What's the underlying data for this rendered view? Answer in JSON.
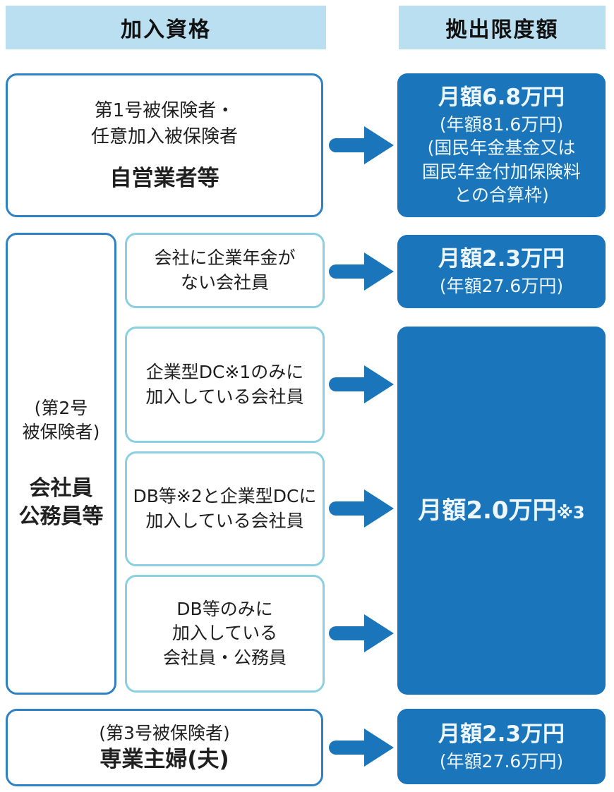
{
  "colors": {
    "canvas_bg": "#ffffff",
    "header_bg": "#b9dff0",
    "header_text": "#111111",
    "blue_fill": "#1b75bb",
    "outer_border": "#2e81c4",
    "inner_border": "#8ad0e0",
    "body_text": "#1f1f1f",
    "on_blue_text": "#edf7fd"
  },
  "headers": {
    "eligibility": "加入資格",
    "limit": "拠出限度額"
  },
  "row1": {
    "category": {
      "lines": [
        "第1号被保険者・",
        "任意加入被保険者"
      ],
      "title": "自営業者等"
    },
    "limit": {
      "amount": "月額6.8万円",
      "notes": [
        "(年額81.6万円)",
        "(国民年金基金又は",
        "国民年金付加保険料",
        "との合算枠)"
      ]
    }
  },
  "group2": {
    "label": {
      "lines": [
        "(第2号",
        "被保険者)"
      ],
      "title_lines": [
        "会社員",
        "公務員等"
      ]
    },
    "members": [
      {
        "lines": [
          "会社に企業年金が",
          "ない会社員"
        ]
      },
      {
        "lines": [
          "企業型DC※1のみに",
          "加入している会社員"
        ]
      },
      {
        "lines": [
          "DB等※2と企業型DCに",
          "加入している会社員"
        ]
      },
      {
        "lines": [
          "DB等のみに",
          "加入している",
          "会社員・公務員"
        ]
      }
    ],
    "limit_first": {
      "amount": "月額2.3万円",
      "notes": [
        "(年額27.6万円)"
      ]
    },
    "limit_shared": {
      "amount": "月額2.0万円",
      "note": "※3"
    }
  },
  "row3": {
    "category": {
      "lines": [
        "(第3号被保険者)"
      ],
      "title": "専業主婦(夫)"
    },
    "limit": {
      "amount": "月額2.3万円",
      "notes": [
        "(年額27.6万円)"
      ]
    }
  }
}
